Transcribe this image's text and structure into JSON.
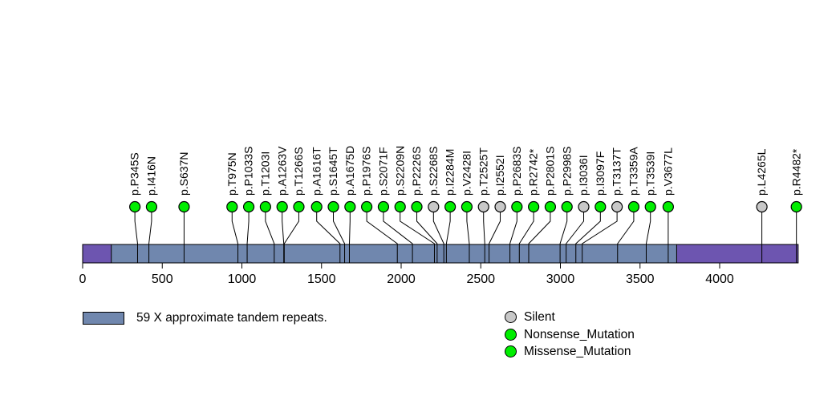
{
  "chart_data": {
    "type": "lollipop",
    "title": "",
    "axis": {
      "ticks": [
        0,
        500,
        1000,
        1500,
        2000,
        2500,
        3000,
        3500,
        4000
      ],
      "min": 0,
      "max": 4493,
      "grid": false
    },
    "protein": {
      "length": 4493,
      "backbone_color": "#6d55b0"
    },
    "domains": [
      {
        "label": "59 X approximate tandem repeats.",
        "start": 180,
        "end": 3730,
        "color": "#7087ae"
      }
    ],
    "legend": [
      {
        "label": "Silent",
        "color": "#c8c8c8"
      },
      {
        "label": "Nonsense_Mutation",
        "color": "#00ee00"
      },
      {
        "label": "Missense_Mutation",
        "color": "#00ee00"
      }
    ],
    "mutations": [
      {
        "label": "p.P345S",
        "position": 345,
        "type": "Missense_Mutation"
      },
      {
        "label": "p.I416N",
        "position": 416,
        "type": "Missense_Mutation"
      },
      {
        "label": "p.S637N",
        "position": 637,
        "type": "Missense_Mutation"
      },
      {
        "label": "p.T975N",
        "position": 975,
        "type": "Missense_Mutation"
      },
      {
        "label": "p.P1033S",
        "position": 1033,
        "type": "Missense_Mutation"
      },
      {
        "label": "p.T1203I",
        "position": 1203,
        "type": "Missense_Mutation"
      },
      {
        "label": "p.A1263V",
        "position": 1263,
        "type": "Missense_Mutation"
      },
      {
        "label": "p.T1266S",
        "position": 1266,
        "type": "Missense_Mutation"
      },
      {
        "label": "p.A1616T",
        "position": 1616,
        "type": "Missense_Mutation"
      },
      {
        "label": "p.S1645T",
        "position": 1645,
        "type": "Missense_Mutation"
      },
      {
        "label": "p.A1675D",
        "position": 1675,
        "type": "Missense_Mutation"
      },
      {
        "label": "p.P1976S",
        "position": 1976,
        "type": "Missense_Mutation"
      },
      {
        "label": "p.S2071F",
        "position": 2071,
        "type": "Missense_Mutation"
      },
      {
        "label": "p.S2209N",
        "position": 2209,
        "type": "Missense_Mutation"
      },
      {
        "label": "p.P2226S",
        "position": 2226,
        "type": "Missense_Mutation"
      },
      {
        "label": "p.S2268S",
        "position": 2268,
        "type": "Silent"
      },
      {
        "label": "p.I2284M",
        "position": 2284,
        "type": "Missense_Mutation"
      },
      {
        "label": "p.V2428I",
        "position": 2428,
        "type": "Missense_Mutation"
      },
      {
        "label": "p.T2525T",
        "position": 2525,
        "type": "Silent"
      },
      {
        "label": "p.I2552I",
        "position": 2552,
        "type": "Silent"
      },
      {
        "label": "p.P2683S",
        "position": 2683,
        "type": "Missense_Mutation"
      },
      {
        "label": "p.R2742*",
        "position": 2742,
        "type": "Nonsense_Mutation"
      },
      {
        "label": "p.P2801S",
        "position": 2801,
        "type": "Missense_Mutation"
      },
      {
        "label": "p.P2998S",
        "position": 2998,
        "type": "Missense_Mutation"
      },
      {
        "label": "p.I3036I",
        "position": 3036,
        "type": "Silent"
      },
      {
        "label": "p.I3097F",
        "position": 3097,
        "type": "Missense_Mutation"
      },
      {
        "label": "p.T3137T",
        "position": 3137,
        "type": "Silent"
      },
      {
        "label": "p.T3359A",
        "position": 3359,
        "type": "Missense_Mutation"
      },
      {
        "label": "p.T3539I",
        "position": 3539,
        "type": "Missense_Mutation"
      },
      {
        "label": "p.V3677L",
        "position": 3677,
        "type": "Missense_Mutation"
      },
      {
        "label": "p.L4265L",
        "position": 4265,
        "type": "Silent"
      },
      {
        "label": "p.R4482*",
        "position": 4482,
        "type": "Nonsense_Mutation"
      }
    ]
  }
}
